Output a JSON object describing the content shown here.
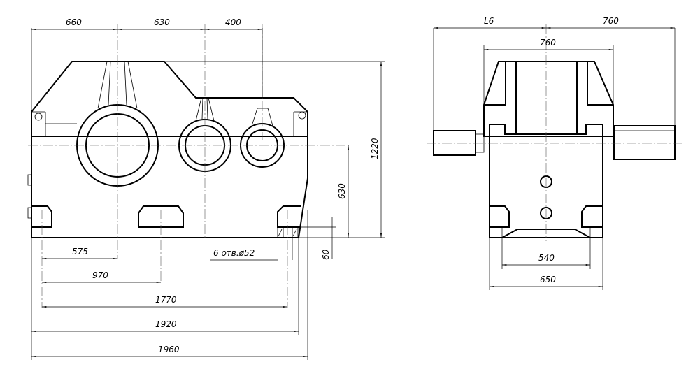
{
  "drawing": {
    "front_view": {
      "dims_top": [
        "660",
        "630",
        "400"
      ],
      "dim_height_total": "1220",
      "dim_axis_height": "630",
      "dim_foot": "60",
      "holes_note": "6 отв.ø52",
      "dims_bottom": [
        "575",
        "970",
        "1770",
        "1920",
        "1960"
      ]
    },
    "side_view": {
      "dims_top": [
        "L6",
        "760"
      ],
      "dim_housing_width": "760",
      "dims_bottom": [
        "540",
        "650"
      ]
    }
  }
}
